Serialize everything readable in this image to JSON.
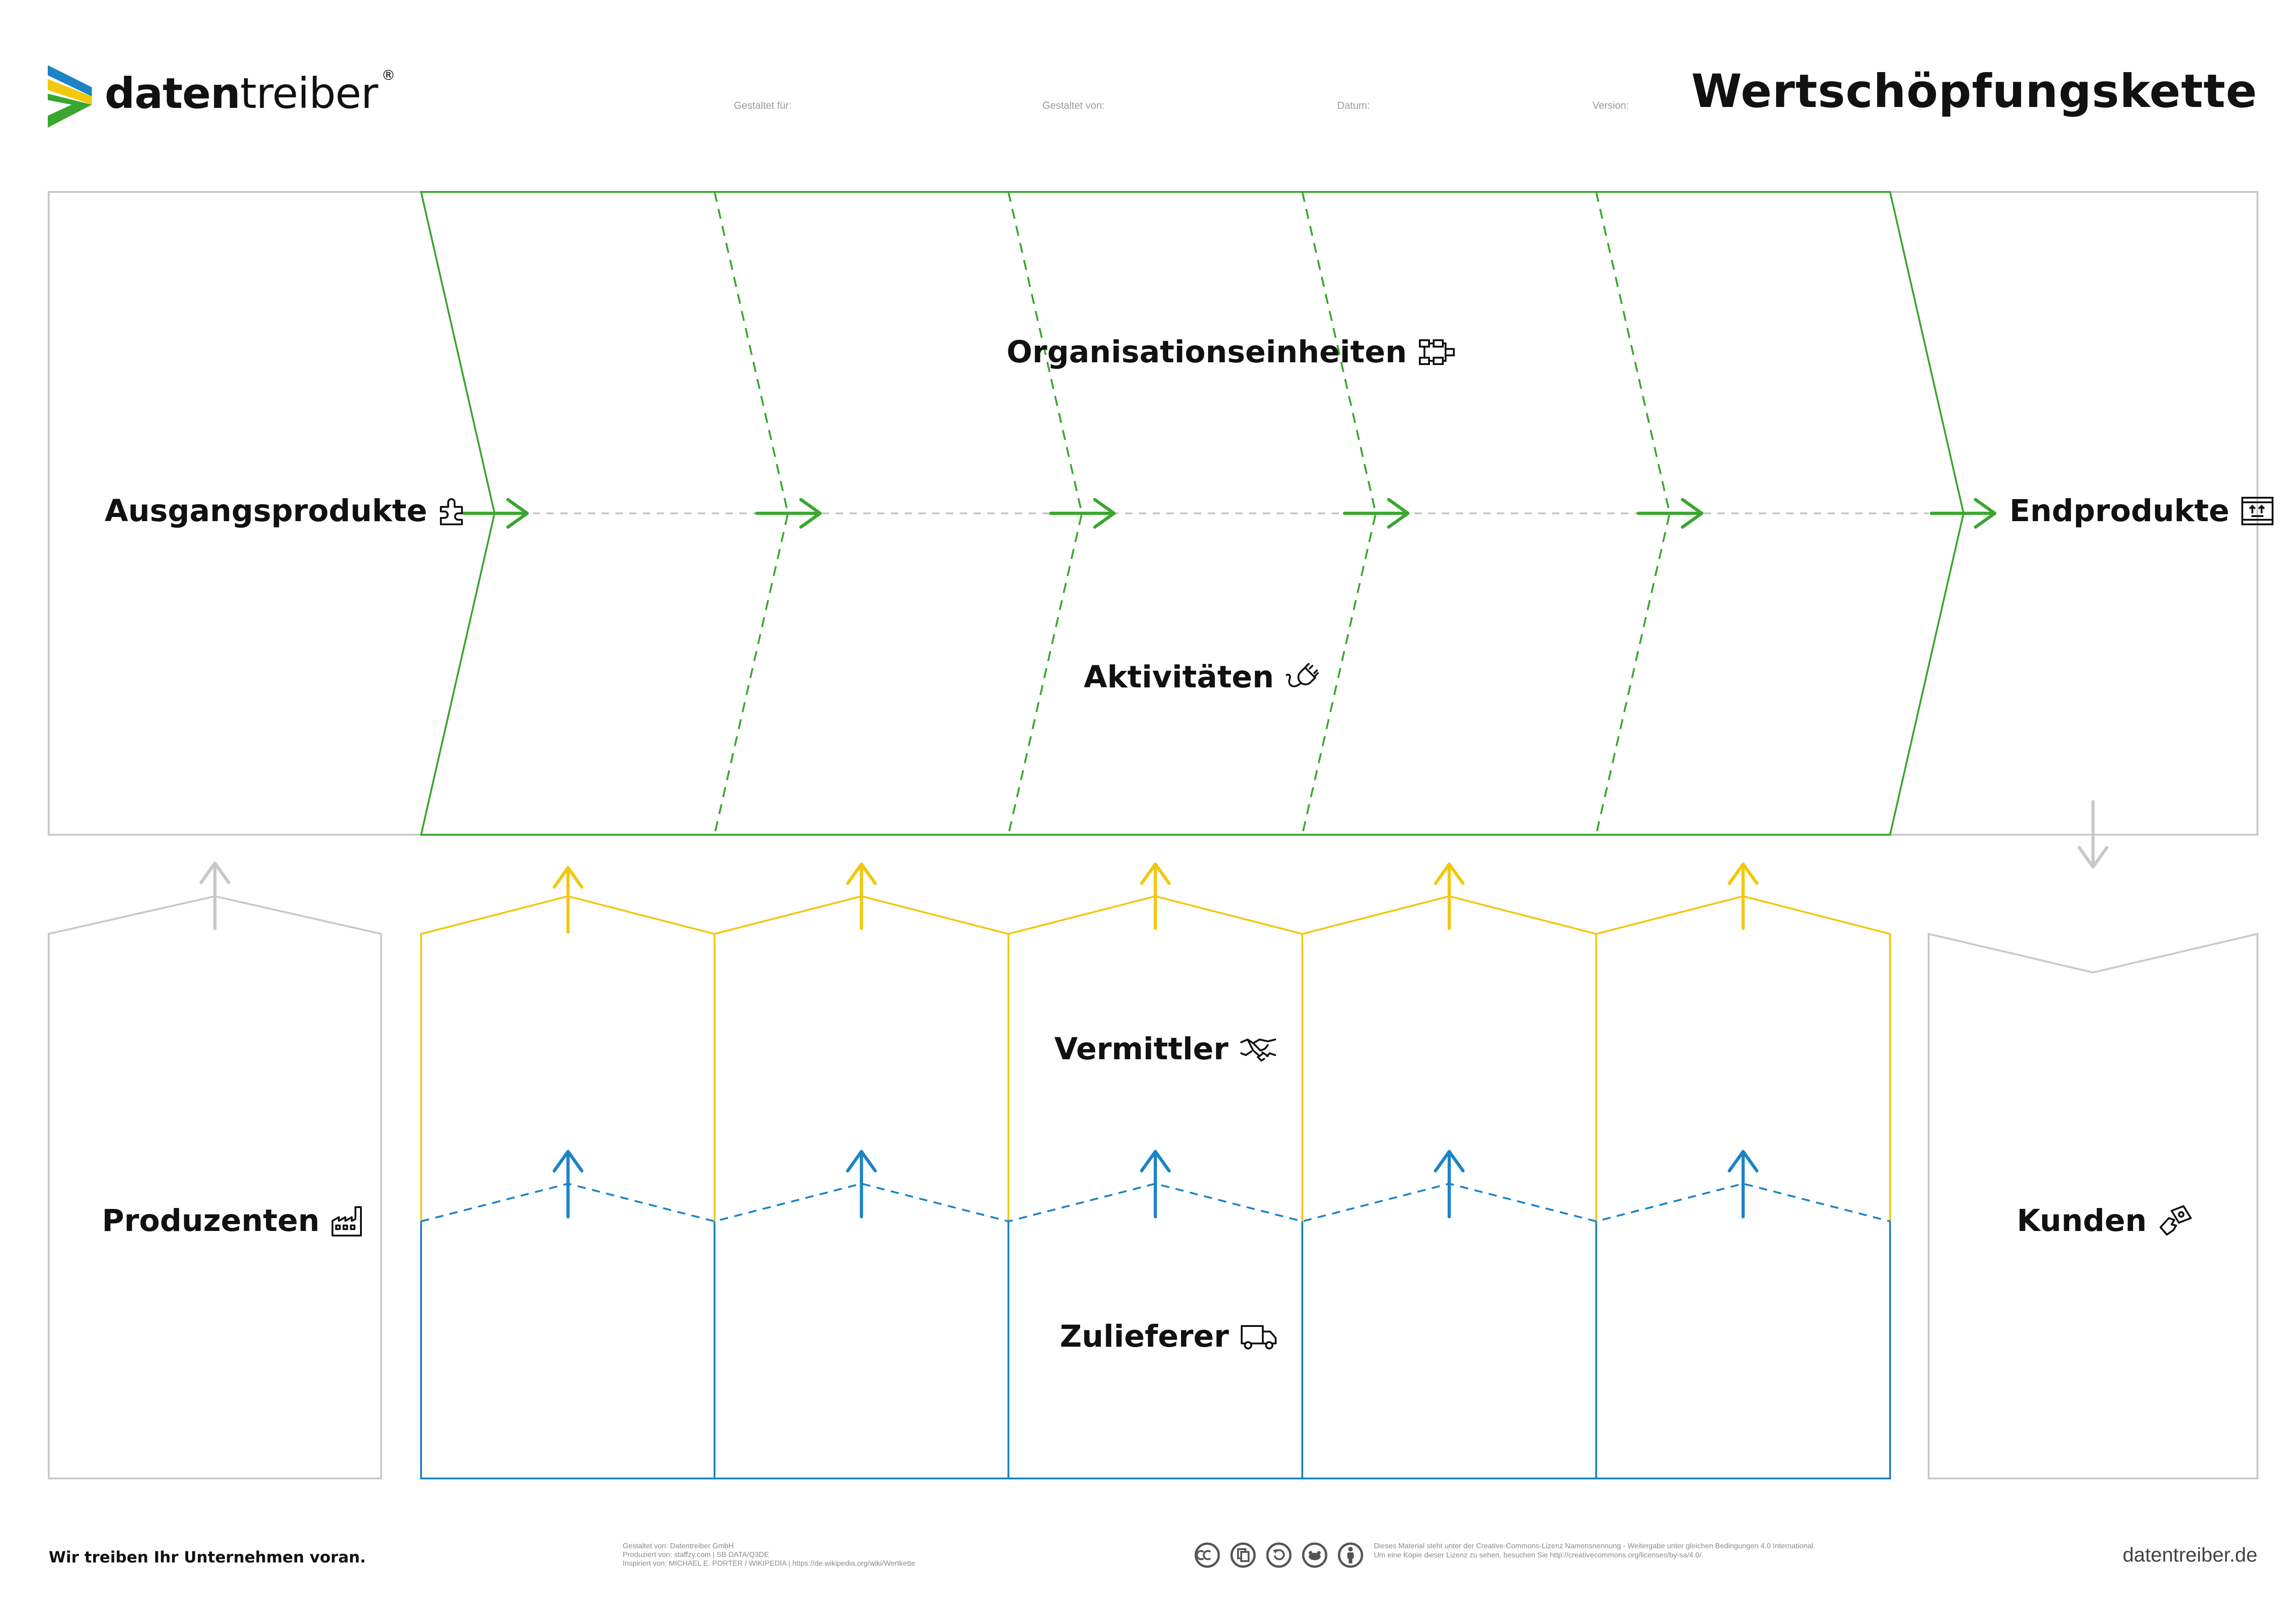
{
  "header": {
    "brand_bold": "daten",
    "brand_light": "treiber",
    "brand_mark": "®",
    "title": "Wertschöpfungskette",
    "meta_fields": [
      "Gestaltet für:",
      "Gestaltet von:",
      "Datum:",
      "Version:"
    ]
  },
  "canvas": {
    "labels": {
      "inputs": "Ausgangsprodukte",
      "organisations": "Organisationseinheiten",
      "activities": "Aktivitäten",
      "outputs": "Endprodukte",
      "intermediaries": "Vermittler",
      "producers": "Produzenten",
      "customers": "Kunden",
      "suppliers": "Zulieferer"
    },
    "icons": {
      "inputs": "puzzle-icon",
      "organisations": "org-chart-icon",
      "activities": "plug-icon",
      "outputs": "package-icon",
      "intermediaries": "handshake-icon",
      "producers": "factory-icon",
      "customers": "hand-money-icon",
      "suppliers": "truck-icon"
    },
    "colors": {
      "chain": "#3aa62e",
      "intermediaries": "#f2c80f",
      "suppliers": "#1a84c6",
      "frame": "#c8c8c8"
    }
  },
  "footer": {
    "tagline": "Wir treiben Ihr Unternehmen voran.",
    "credits": [
      "Gestaltet von: Datentreiber GmbH",
      "Produziert von: staffzy.com | SB DATA/Q3DE",
      "Inspiriert von: MICHAEL E. PORTER / WIKIPEDIA | https://de.wikipedia.org/wiki/Wertkette"
    ],
    "license": [
      "Dieses Material steht unter der Creative-Commons-Lizenz Namensnennung - Weitergabe unter gleichen Bedingungen 4.0 International.",
      "Um eine Kopie dieser Lizenz zu sehen, besuchen Sie http://creativecommons.org/licenses/by-sa/4.0/."
    ],
    "cc_icons": [
      "cc-icon",
      "copy-icon",
      "remix-icon",
      "commercial-icon",
      "attribution-icon"
    ],
    "url": "datentreiber.de"
  }
}
